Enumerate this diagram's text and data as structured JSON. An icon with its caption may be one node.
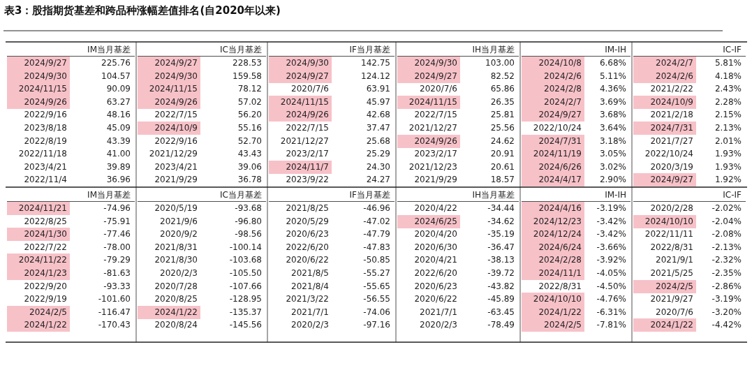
{
  "diagram": {
    "title": "表3：股指期货基差和跨品种涨幅差值排名(自2020年以来)",
    "nodes": [
      {
        "text": [
          "2024/9/27"
        ]
      },
      {
        "text": [
          "2024/9/27"
        ]
      },
      {
        "text": [
          "2024/9/30"
        ]
      },
      {
        "text": [
          "2024/9/30"
        ]
      },
      {
        "text": [
          "2024/10/8"
        ]
      },
      {
        "text": [
          "2024/2/7"
        ]
      },
      {
        "text": [
          "2024/9/30"
        ]
      },
      {
        "text": [
          "2024/9/30"
        ]
      },
      {
        "text": [
          "2024/9/27"
        ]
      },
      {
        "text": [
          "2024/9/27"
        ]
      },
      {
        "text": [
          "2024/2/6"
        ]
      },
      {
        "text": [
          "2024/2/6"
        ]
      },
      {
        "text": [
          "2024/11/15"
        ]
      },
      {
        "text": [
          "2024/11/15"
        ]
      },
      {
        "text": [
          "2024/2/8"
        ]
      },
      {
        "text": [
          "2024/9/26"
        ]
      },
      {
        "text": [
          "2024/9/26"
        ]
      },
      {
        "text": [
          "2024/11/15"
        ]
      },
      {
        "text": [
          "2024/11/15"
        ]
      },
      {
        "text": [
          "2024/2/7"
        ]
      },
      {
        "text": [
          "2024/10/9"
        ]
      },
      {
        "text": [
          "2024/9/26"
        ]
      },
      {
        "text": [
          "2024/9/27"
        ]
      },
      {
        "text": [
          "2024/10/9"
        ]
      },
      {
        "text": [
          "2024/7/31"
        ]
      },
      {
        "text": [
          "2024/9/26"
        ]
      },
      {
        "text": [
          "2024/7/31"
        ]
      },
      {
        "text": [
          "2024/11/19"
        ]
      },
      {
        "text": [
          "2024/11/7"
        ]
      },
      {
        "text": [
          "2024/6/26"
        ]
      },
      {
        "text": [
          "2024/4/17"
        ]
      },
      {
        "text": [
          "2024/9/27"
        ]
      },
      {
        "text": [
          "2024/11/21"
        ]
      },
      {
        "text": [
          "2024/4/16"
        ]
      },
      {
        "text": [
          "2024/6/25"
        ]
      },
      {
        "text": [
          "2024/12/23"
        ]
      },
      {
        "text": [
          "2024/10/10"
        ]
      },
      {
        "text": [
          "2024/1/30"
        ]
      },
      {
        "text": [
          "2024/12/24"
        ]
      },
      {
        "text": [
          "2024/6/24"
        ]
      },
      {
        "text": [
          "2024/11/22"
        ]
      },
      {
        "text": [
          "2024/2/28"
        ]
      },
      {
        "text": [
          "2024/1/23"
        ]
      },
      {
        "text": [
          "2024/11/1"
        ]
      },
      {
        "text": [
          "2024/2/5"
        ]
      },
      {
        "text": [
          "2024/10/10"
        ]
      },
      {
        "text": [
          "2024/2/5"
        ]
      },
      {
        "text": [
          "2024/1/22"
        ]
      },
      {
        "text": [
          "2024/1/22"
        ]
      },
      {
        "text": [
          "2024/1/22"
        ]
      },
      {
        "text": [
          "2024/2/5"
        ]
      },
      {
        "text": [
          "2024/1/22"
        ]
      }
    ],
    "labels": [
      "IM当月基差",
      "IC当月基差",
      "IF当月基差",
      "IH当月基差",
      "IM-IH",
      "IC-IF",
      "225.76",
      "228.53",
      "142.75",
      "103.00",
      "6.68%",
      "5.81%",
      "104.57",
      "159.58",
      "124.12",
      "82.52",
      "5.11%",
      "4.18%",
      "90.09",
      "78.12",
      "2020/7/6",
      "63.91",
      "2020/7/6",
      "65.86",
      "4.36%",
      "2021/2/22",
      "2.43%",
      "63.27",
      "57.02",
      "45.97",
      "26.35",
      "3.69%",
      "2.28%",
      "2022/9/16",
      "48.16",
      "2022/7/15",
      "56.20",
      "42.68",
      "2022/7/15",
      "25.81",
      "3.68%",
      "2021/2/18",
      "2.15%",
      "2023/8/18",
      "45.09",
      "55.16",
      "2022/7/15",
      "37.47",
      "2021/12/27",
      "25.56",
      "2022/10/24",
      "3.64%",
      "2.13%",
      "2022/8/19",
      "43.39",
      "2022/9/16",
      "52.70",
      "2021/12/27",
      "25.68",
      "24.62",
      "3.18%",
      "2021/7/27",
      "2.01%",
      "2022/11/18",
      "41.00",
      "2021/12/29",
      "43.43",
      "2023/2/17",
      "25.29",
      "2023/2/17",
      "20.91",
      "3.05%",
      "2022/10/24",
      "1.93%",
      "2023/4/21",
      "39.89",
      "2023/4/21",
      "39.06",
      "24.30",
      "2021/12/23",
      "20.61",
      "3.02%",
      "2020/3/19",
      "1.93%",
      "2022/11/4",
      "36.96",
      "2021/9/29",
      "36.78",
      "2023/9/22",
      "24.27",
      "2021/9/29",
      "18.57",
      "2.90%",
      "1.92%",
      "IM当月基差",
      "IC当月基差",
      "IF当月基差",
      "IH当月基差",
      "IM-IH",
      "IC-IF",
      "-74.96",
      "2020/5/19",
      "-93.68",
      "2021/8/25",
      "-46.96",
      "2020/4/22",
      "-34.44",
      "-3.19%",
      "2020/2/28",
      "-2.02%",
      "2022/8/25",
      "-75.91",
      "2021/9/6",
      "-96.80",
      "2020/5/29",
      "-47.02",
      "-34.62",
      "-3.42%",
      "-2.04%",
      "-77.46",
      "2020/9/2",
      "-98.56",
      "2020/6/23",
      "-47.79",
      "2020/4/20",
      "-35.19",
      "-3.42%",
      "2022/11/11",
      "-2.08%",
      "2022/7/22",
      "-78.00",
      "2021/8/31",
      "-100.14",
      "2022/6/20",
      "-47.83",
      "2020/6/30",
      "-36.47",
      "-3.66%",
      "2022/8/31",
      "-2.13%",
      "-79.29",
      "2021/8/30",
      "-103.68",
      "2020/6/22",
      "-50.85",
      "2020/4/21",
      "-38.13",
      "-3.92%",
      "2021/9/1",
      "-2.32%",
      "-81.63",
      "2020/2/3",
      "-105.50",
      "2021/8/5",
      "-55.27",
      "2022/6/20",
      "-39.72",
      "-4.05%",
      "2021/5/25",
      "-2.35%",
      "2022/9/20",
      "-93.33",
      "2020/7/28",
      "-107.66",
      "2021/8/4",
      "-55.65",
      "2020/6/23",
      "-43.82",
      "2022/8/31",
      "-4.50%",
      "-2.86%",
      "2022/9/19",
      "-101.60",
      "2020/8/25",
      "-128.95",
      "2021/3/22",
      "-56.55",
      "2020/6/22",
      "-45.89",
      "-4.76%",
      "2021/9/27",
      "-3.19%",
      "-116.47",
      "-135.37",
      "2021/7/1",
      "-74.06",
      "2021/7/1",
      "-63.45",
      "-6.31%",
      "2020/7/6",
      "-3.20%",
      "-170.43",
      "2020/8/24",
      "-145.56",
      "2020/2/3",
      "-97.16",
      "2020/2/3",
      "-78.49",
      "-7.81%",
      "-4.42%"
    ]
  }
}
